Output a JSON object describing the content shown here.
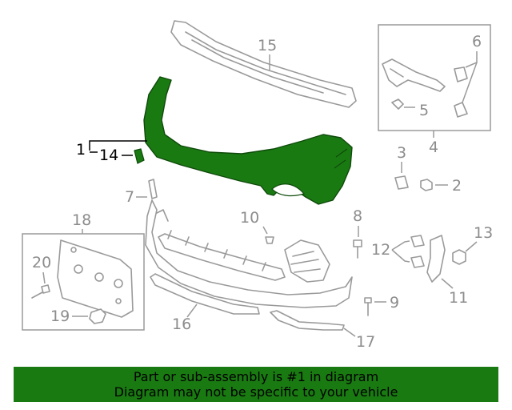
{
  "colors": {
    "highlight": "#1a7a12",
    "line": "#9a9a9a",
    "banner_bg": "#1a7a12"
  },
  "callouts": {
    "c1": "1",
    "c2": "2",
    "c3": "3",
    "c4": "4",
    "c5": "5",
    "c6": "6",
    "c7": "7",
    "c8": "8",
    "c9": "9",
    "c10": "10",
    "c11": "11",
    "c12": "12",
    "c13": "13",
    "c14": "14",
    "c15": "15",
    "c16": "16",
    "c17": "17",
    "c18": "18",
    "c19": "19",
    "c20": "20"
  },
  "banner": {
    "line1": "Part or sub-assembly is #1 in diagram",
    "line2": "Diagram may not be specific to your vehicle"
  }
}
